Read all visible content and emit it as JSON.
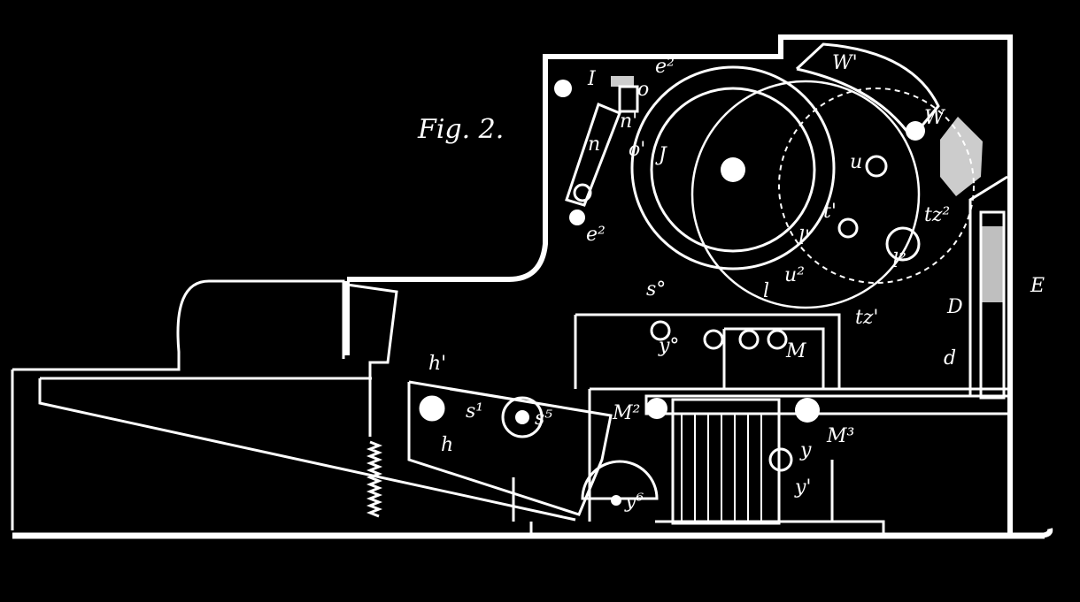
{
  "figure": {
    "caption": "Fig. 2.",
    "colors": {
      "background": "#000000",
      "lines": "#ffffff"
    },
    "labels": {
      "I": "I",
      "n_upper": "n'",
      "o_upper": "o",
      "o_lower": "o'",
      "n": "n",
      "e2_upper": "e²",
      "e2_lower": "e²",
      "J": "J",
      "W1": "W'",
      "W": "W",
      "u": "u",
      "t": "t'",
      "l1": "l'",
      "l": "l",
      "l2": "l²",
      "tz2": "tz²",
      "tz1": "tz'",
      "u2": "u²",
      "s0": "s°",
      "y0": "y°",
      "M": "M",
      "D": "D",
      "E": "E",
      "d": "d",
      "h1": "h'",
      "h": "h",
      "s1": "s¹",
      "s5": "s⁵",
      "M2": "M²",
      "M3": "M³",
      "y": "y",
      "y1": "y'",
      "y6": "y⁶"
    }
  }
}
